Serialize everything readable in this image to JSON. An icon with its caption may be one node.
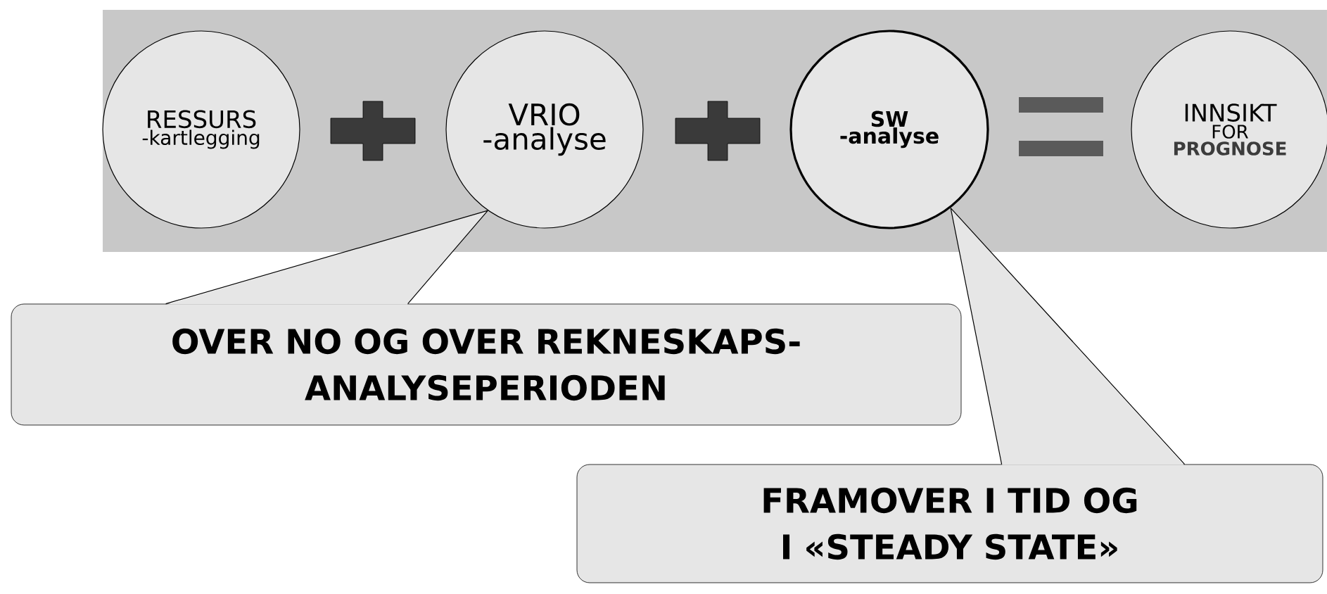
{
  "diagram": {
    "nodes": [
      {
        "text": [
          "RESSURS",
          "-kartlegging"
        ]
      },
      {
        "text": [
          "VRIO",
          "-analyse"
        ]
      },
      {
        "text": [
          "SW",
          "-analyse"
        ]
      },
      {
        "text": [
          "INNSIKT",
          "FOR",
          "PROGNOSE"
        ]
      },
      {
        "text": [
          "OVER NO OG OVER REKNESKAPS- ANALYSEPERIODEN"
        ]
      },
      {
        "text": [
          "FRAMOVER I TID OG I «STEADY STATE»"
        ]
      }
    ],
    "edges": [
      {
        "from": 4,
        "to": 1,
        "arrow": "none"
      },
      {
        "from": 5,
        "to": 2,
        "arrow": "none"
      }
    ]
  }
}
